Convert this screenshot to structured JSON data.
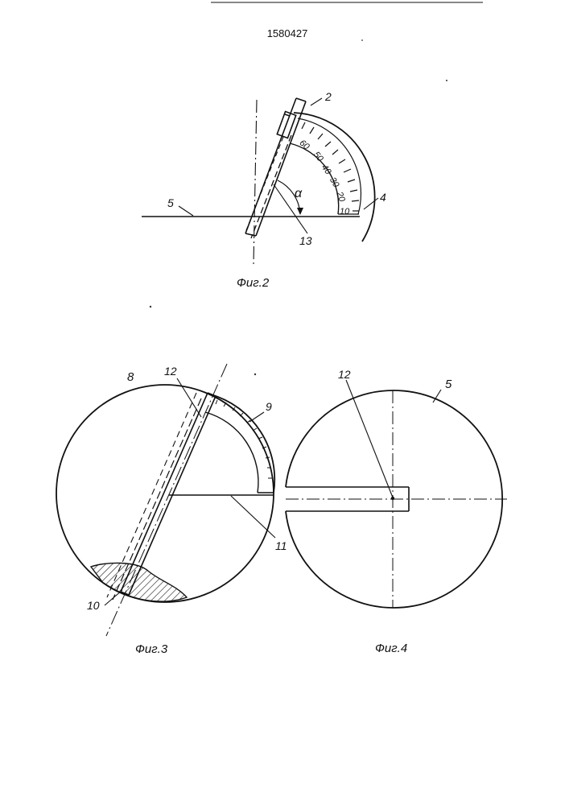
{
  "document": {
    "patent_number": "1580427"
  },
  "fig2": {
    "caption": "Фиг.2",
    "scale_labels": [
      "60",
      "50",
      "40",
      "30",
      "20",
      "10"
    ],
    "callouts": {
      "part_2": "2",
      "part_4": "4",
      "part_5": "5",
      "part_13": "13",
      "angle_alpha": "α"
    }
  },
  "fig3": {
    "caption": "Фиг.3",
    "callouts": {
      "part_8": "8",
      "part_9": "9",
      "part_10": "10",
      "part_11": "11",
      "part_12": "12"
    }
  },
  "fig4": {
    "caption": "Фиг.4",
    "callouts": {
      "part_5": "5",
      "part_12": "12"
    }
  },
  "colors": {
    "ink": "#111111",
    "paper": "#ffffff"
  }
}
